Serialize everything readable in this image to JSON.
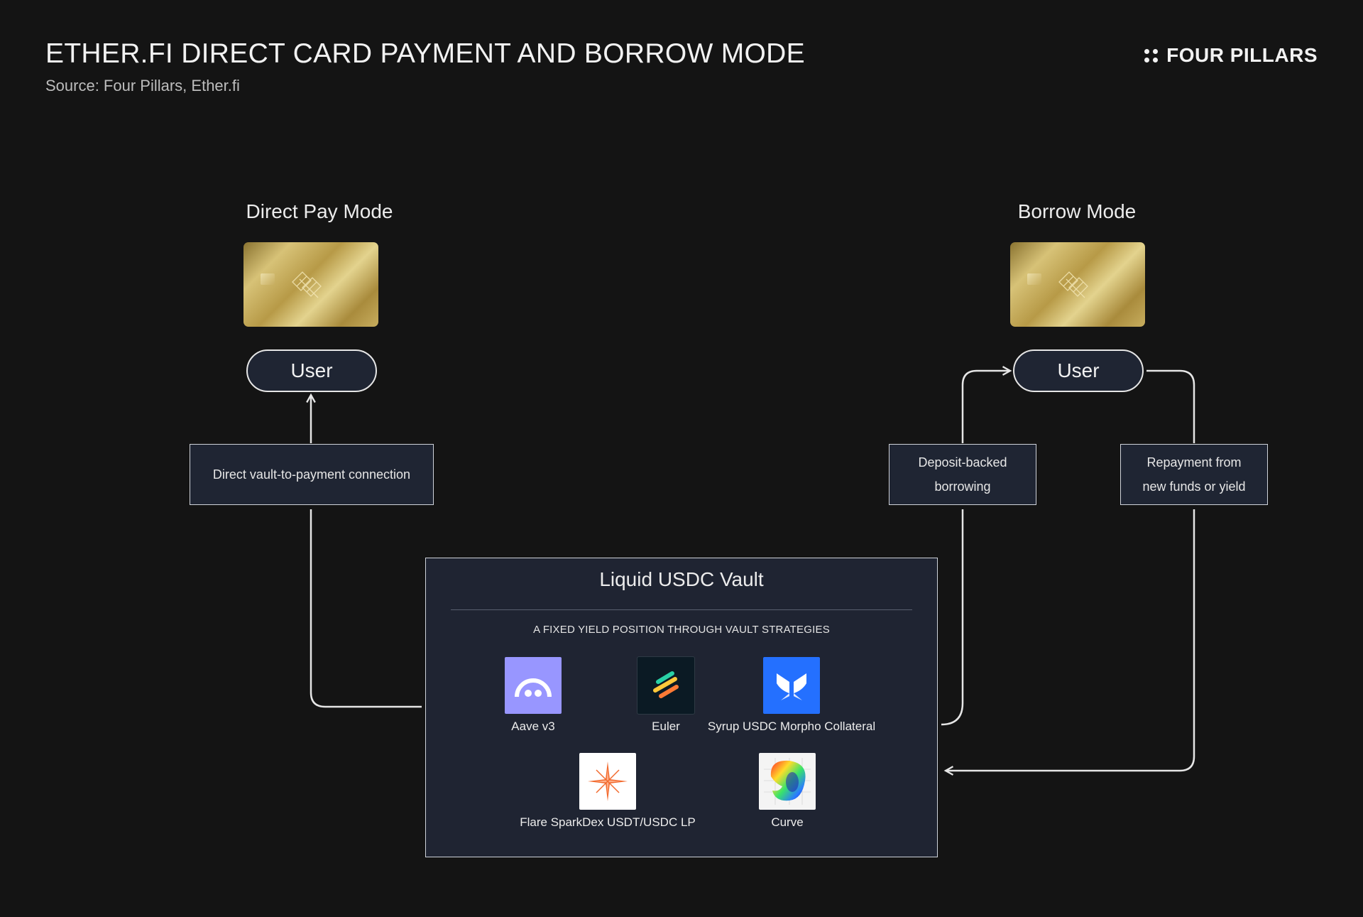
{
  "header": {
    "title": "ETHER.FI DIRECT CARD PAYMENT AND BORROW MODE",
    "subtitle": "Source: Four Pillars, Ether.fi",
    "brand": "FOUR PILLARS"
  },
  "direct_pay": {
    "title": "Direct Pay Mode",
    "user_label": "User",
    "connection_label": "Direct vault-to-payment connection"
  },
  "borrow": {
    "title": "Borrow Mode",
    "user_label": "User",
    "deposit_label_line1": "Deposit-backed",
    "deposit_label_line2": "borrowing",
    "repay_label_line1": "Repayment from",
    "repay_label_line2": "new funds or yield"
  },
  "vault": {
    "title": "Liquid USDC Vault",
    "subtitle": "A FIXED YIELD POSITION THROUGH VAULT STRATEGIES",
    "strategies": [
      {
        "name": "Aave v3",
        "icon": "aave-icon"
      },
      {
        "name": "Euler",
        "icon": "euler-icon"
      },
      {
        "name": "Syrup USDC Morpho Collateral",
        "icon": "morpho-icon"
      },
      {
        "name": "Flare SparkDex USDT/USDC LP",
        "icon": "sparkdex-icon"
      },
      {
        "name": "Curve",
        "icon": "curve-icon"
      }
    ]
  },
  "colors": {
    "background": "#141414",
    "box_fill": "#1f2533",
    "line": "#e6e6e6",
    "aave": "#9896ff",
    "euler": "#0b1a24",
    "morpho": "#2470ff",
    "sparkdex": "#ffffff",
    "card_gold": "#c9b063"
  }
}
